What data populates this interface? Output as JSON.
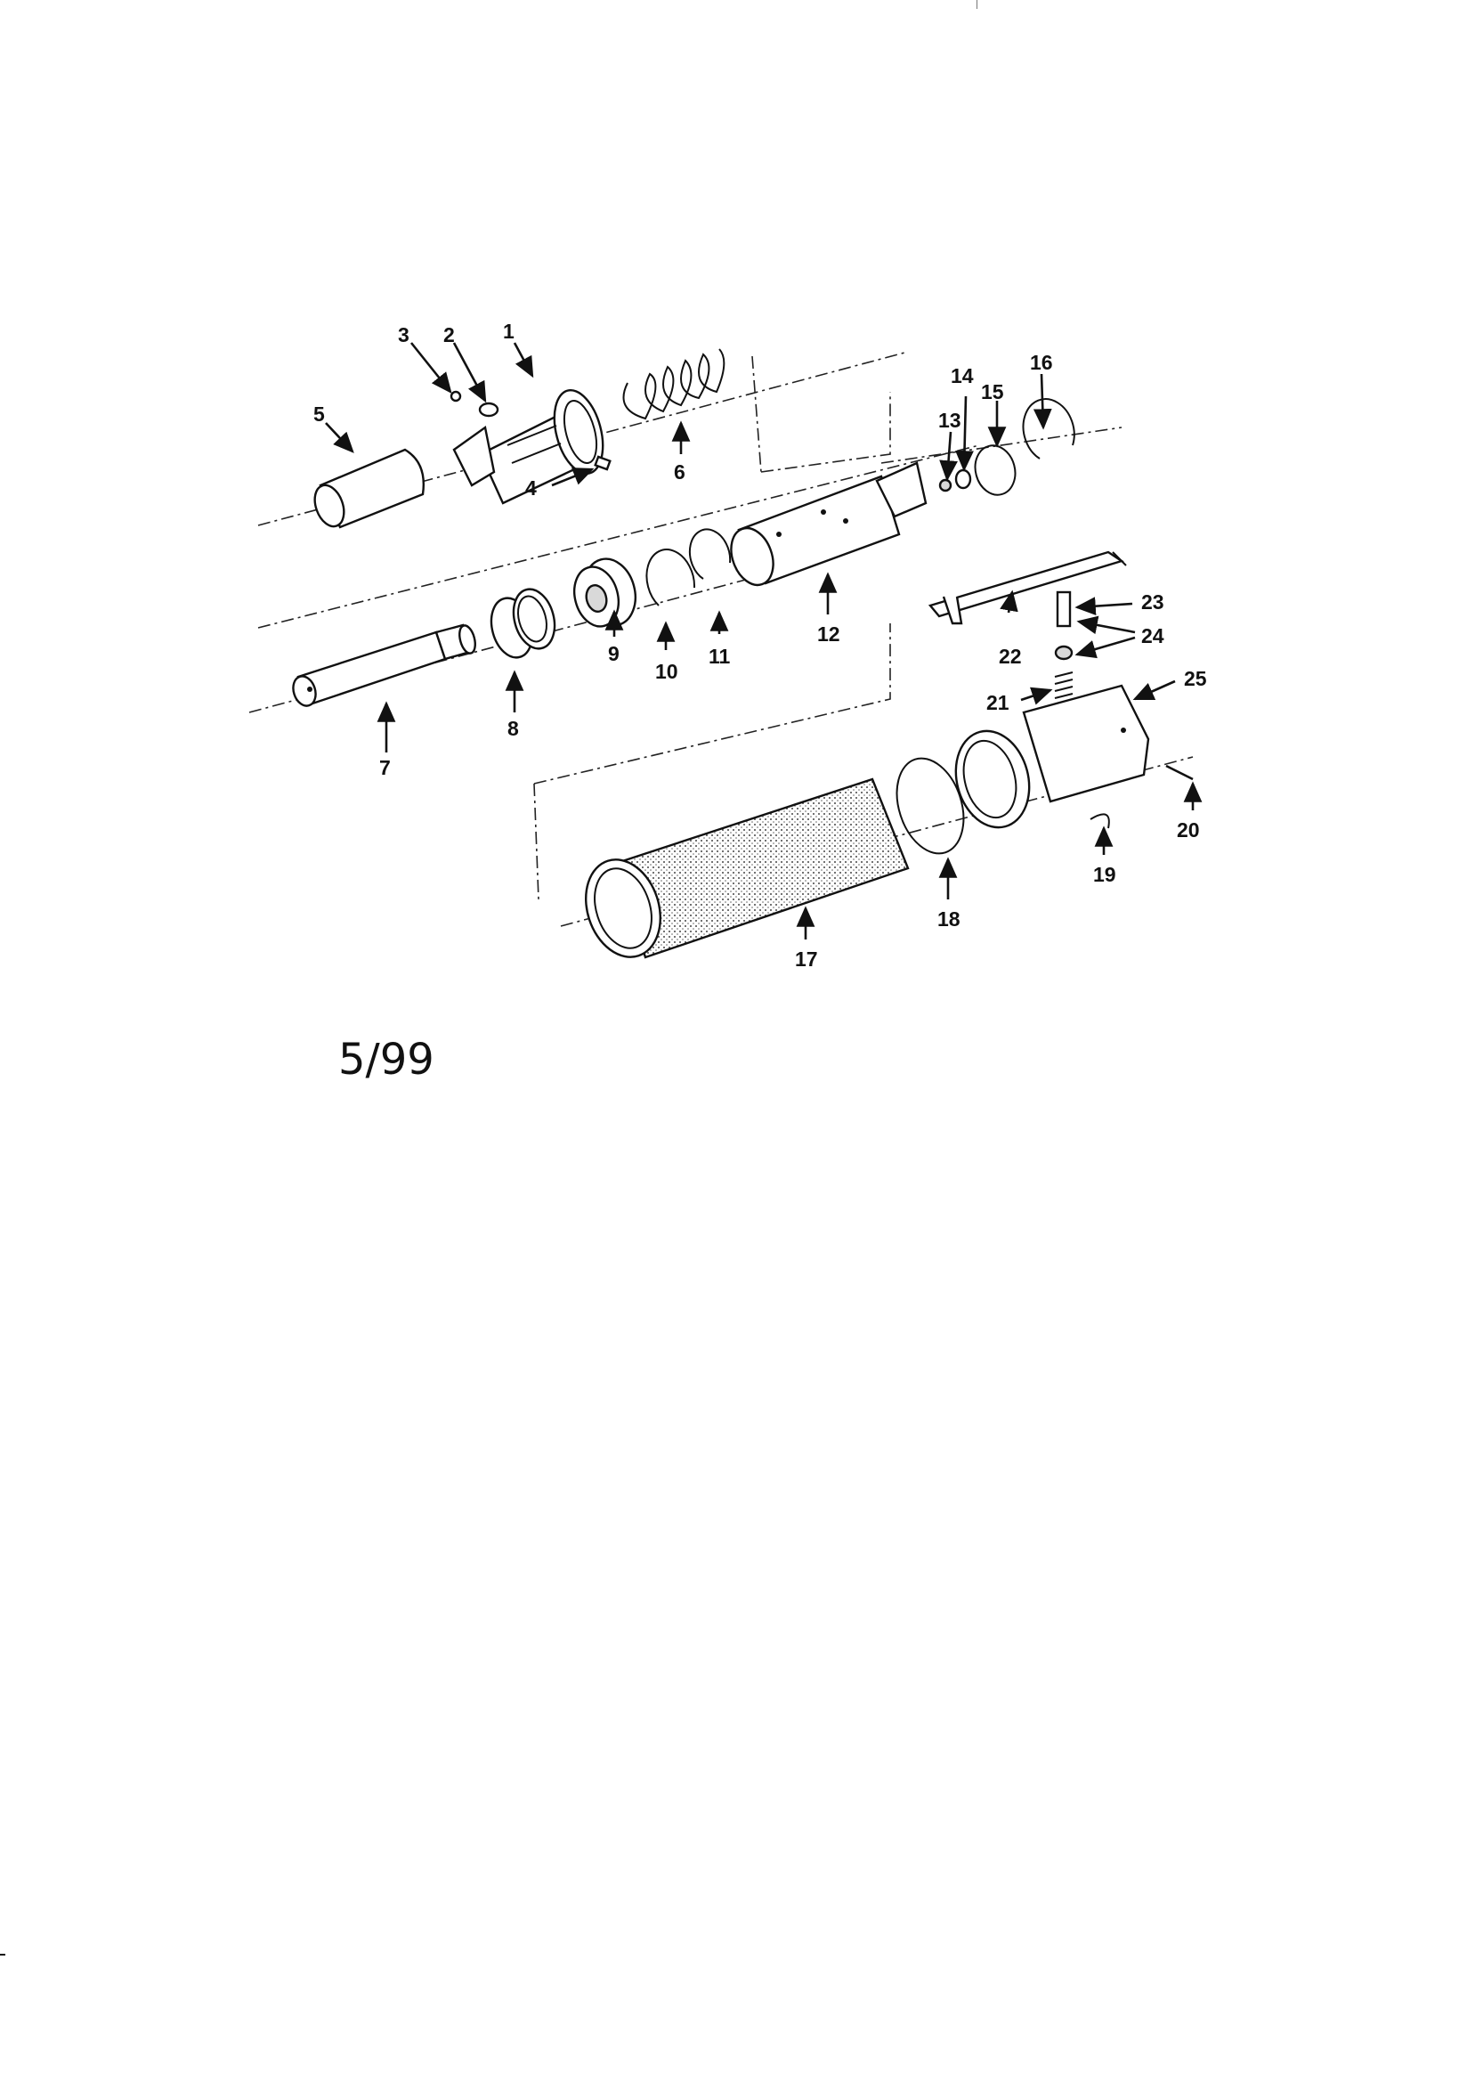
{
  "callouts": [
    "1",
    "2",
    "3",
    "4",
    "5",
    "6",
    "7",
    "8",
    "9",
    "10",
    "11",
    "12",
    "13",
    "14",
    "15",
    "16",
    "17",
    "18",
    "19",
    "20",
    "21",
    "22",
    "23",
    "24",
    "25"
  ],
  "date_code": "5/99"
}
